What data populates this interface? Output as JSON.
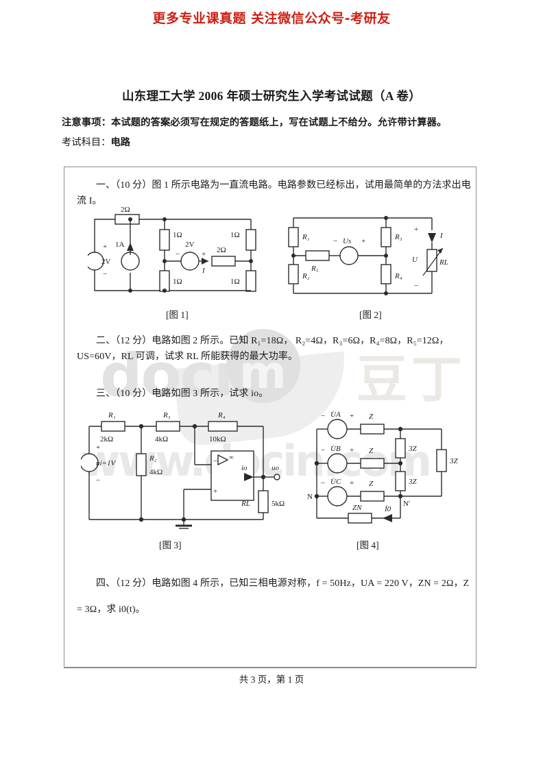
{
  "promo": {
    "text": "更多专业课真题 关注微信公众号-考研友",
    "color": "#cc1f12"
  },
  "header": {
    "title": "山东理工大学 2006 年硕士研究生入学考试试题（A 卷）",
    "notice": "注意事项：本试题的答案必须写在规定的答题纸上，写在试题上不给分。允许带计算器。",
    "subject_label": "考试科目：",
    "subject_value": "电路"
  },
  "questions": [
    {
      "id": "q1",
      "number": "一、",
      "score": "（10 分）",
      "body": "图 1 所示电路为一直流电路。电路参数已经标出，试用最简单的方法求出电流 I。"
    },
    {
      "id": "q2",
      "number": "二、",
      "score": "（12 分）",
      "body": "电路如图 2 所示。已知 R₁=18Ω， R₂=4Ω，R₃=6Ω，R₄=8Ω，R₅=12Ω，US=60V，RL 可调，试求 RL 所能获得的最大功率。"
    },
    {
      "id": "q3",
      "number": "三、",
      "score": "（10 分）",
      "body": "电路如图 3 所示，试求 io。"
    },
    {
      "id": "q4",
      "number": "四、",
      "score": "（12 分）",
      "body": "电路如图 4 所示，已知三相电源对称，f = 50Hz，UA = 220 V，ZN = 2Ω，Z = 3Ω，求 i0(t)。"
    }
  ],
  "figure_captions": {
    "fig1": "[图 1]",
    "fig2": "[图 2]",
    "fig3": "[图 3]",
    "fig4": "[图 4]"
  },
  "figure1_labels": {
    "r_top": "2Ω",
    "src_left": "2V",
    "plus": "+",
    "minus": "−",
    "current_source": "1A",
    "r_mid_top": "1Ω",
    "r_mid_bottom": "1Ω",
    "src_mid": "2V",
    "src_mid_minus": "−",
    "src_mid_plus": "+",
    "r_series": "2Ω",
    "current": "I",
    "r_right_top": "1Ω",
    "r_right_bottom": "1Ω"
  },
  "figure2_labels": {
    "r1": "R₁",
    "r2": "R₂",
    "r3": "R₃",
    "r4": "R₄",
    "r5": "R₅",
    "source": "Us",
    "source_minus": "−",
    "source_plus": "+",
    "voltage": "U",
    "current": "I",
    "load": "RL",
    "plus": "+",
    "minus": "−"
  },
  "figure3_labels": {
    "r1": "R₁",
    "r1_val": "2kΩ",
    "r2": "R₂",
    "r2_val": "4kΩ",
    "r3": "R₃",
    "r3_val": "4kΩ",
    "r4": "R₄",
    "r4_val": "10kΩ",
    "rl": "RL",
    "rl_val": "5kΩ",
    "source": "ui=1V",
    "plus": "+",
    "minus": "−",
    "opamp_inv": "−",
    "opamp_non_inv": "+",
    "opamp_gain": "∞",
    "out_current": "io",
    "out_voltage": "uo"
  },
  "figure4_labels": {
    "ua": "U̇A",
    "ub": "U̇B",
    "uc": "U̇C",
    "z": "Z",
    "z3": "3Z",
    "zn": "ZN",
    "i0": "İ0",
    "node_n": "N",
    "node_np": "N′",
    "plus": "+",
    "minus": "−"
  },
  "footer": {
    "text": "共 3 页，第 1 页"
  },
  "watermarks": {
    "docin_word": "docin",
    "docin_m": "m",
    "doudin": "豆丁",
    "url": "www.docin.com"
  }
}
